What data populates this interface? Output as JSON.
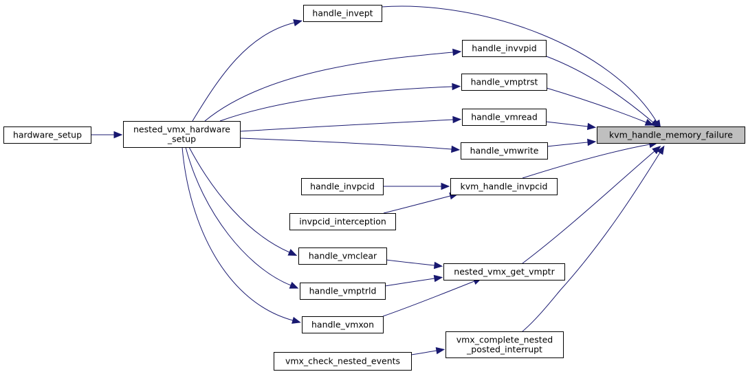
{
  "nodes": [
    {
      "id": "kvm_handle_memory_failure",
      "lines": [
        "kvm_handle_memory_failure"
      ],
      "highlight": true
    },
    {
      "id": "handle_invept",
      "lines": [
        "handle_invept"
      ]
    },
    {
      "id": "handle_invvpid",
      "lines": [
        "handle_invvpid"
      ]
    },
    {
      "id": "handle_vmptrst",
      "lines": [
        "handle_vmptrst"
      ]
    },
    {
      "id": "handle_vmread",
      "lines": [
        "handle_vmread"
      ]
    },
    {
      "id": "handle_vmwrite",
      "lines": [
        "handle_vmwrite"
      ]
    },
    {
      "id": "kvm_handle_invpcid",
      "lines": [
        "kvm_handle_invpcid"
      ]
    },
    {
      "id": "nested_vmx_get_vmptr",
      "lines": [
        "nested_vmx_get_vmptr"
      ]
    },
    {
      "id": "vmx_complete_nested_posted_interrupt",
      "lines": [
        "vmx_complete_nested",
        "_posted_interrupt"
      ]
    },
    {
      "id": "nested_vmx_hardware_setup",
      "lines": [
        "nested_vmx_hardware",
        "_setup"
      ]
    },
    {
      "id": "hardware_setup",
      "lines": [
        "hardware_setup"
      ]
    },
    {
      "id": "handle_invpcid",
      "lines": [
        "handle_invpcid"
      ]
    },
    {
      "id": "invpcid_interception",
      "lines": [
        "invpcid_interception"
      ]
    },
    {
      "id": "handle_vmclear",
      "lines": [
        "handle_vmclear"
      ]
    },
    {
      "id": "handle_vmptrld",
      "lines": [
        "handle_vmptrld"
      ]
    },
    {
      "id": "handle_vmxon",
      "lines": [
        "handle_vmxon"
      ]
    },
    {
      "id": "vmx_check_nested_events",
      "lines": [
        "vmx_check_nested_events"
      ]
    }
  ],
  "edges": [
    {
      "from": "handle_invept",
      "to": "kvm_handle_memory_failure"
    },
    {
      "from": "handle_invvpid",
      "to": "kvm_handle_memory_failure"
    },
    {
      "from": "handle_vmptrst",
      "to": "kvm_handle_memory_failure"
    },
    {
      "from": "handle_vmread",
      "to": "kvm_handle_memory_failure"
    },
    {
      "from": "handle_vmwrite",
      "to": "kvm_handle_memory_failure"
    },
    {
      "from": "kvm_handle_invpcid",
      "to": "kvm_handle_memory_failure"
    },
    {
      "from": "nested_vmx_get_vmptr",
      "to": "kvm_handle_memory_failure"
    },
    {
      "from": "vmx_complete_nested_posted_interrupt",
      "to": "kvm_handle_memory_failure"
    },
    {
      "from": "nested_vmx_hardware_setup",
      "to": "handle_invept"
    },
    {
      "from": "nested_vmx_hardware_setup",
      "to": "handle_invvpid"
    },
    {
      "from": "nested_vmx_hardware_setup",
      "to": "handle_vmptrst"
    },
    {
      "from": "nested_vmx_hardware_setup",
      "to": "handle_vmread"
    },
    {
      "from": "nested_vmx_hardware_setup",
      "to": "handle_vmwrite"
    },
    {
      "from": "nested_vmx_hardware_setup",
      "to": "handle_vmclear"
    },
    {
      "from": "nested_vmx_hardware_setup",
      "to": "handle_vmptrld"
    },
    {
      "from": "nested_vmx_hardware_setup",
      "to": "handle_vmxon"
    },
    {
      "from": "hardware_setup",
      "to": "nested_vmx_hardware_setup"
    },
    {
      "from": "handle_invpcid",
      "to": "kvm_handle_invpcid"
    },
    {
      "from": "invpcid_interception",
      "to": "kvm_handle_invpcid"
    },
    {
      "from": "handle_vmclear",
      "to": "nested_vmx_get_vmptr"
    },
    {
      "from": "handle_vmptrld",
      "to": "nested_vmx_get_vmptr"
    },
    {
      "from": "handle_vmxon",
      "to": "nested_vmx_get_vmptr"
    },
    {
      "from": "vmx_check_nested_events",
      "to": "vmx_complete_nested_posted_interrupt"
    }
  ],
  "colors": {
    "edge": "#191970",
    "node_border": "#000000",
    "node_fill": "#ffffff",
    "highlight_fill": "#bfbfbf"
  }
}
